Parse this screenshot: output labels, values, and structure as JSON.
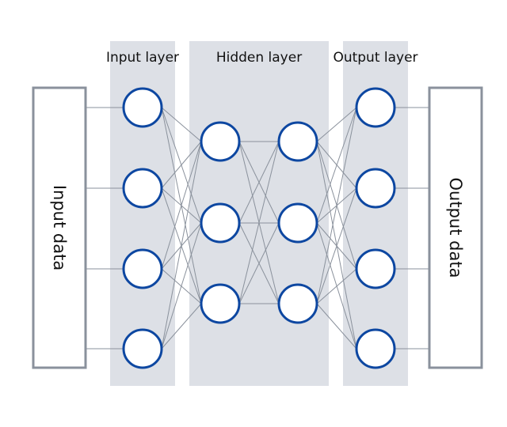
{
  "diagram": {
    "input_box_label": "Input data",
    "output_box_label": "Output data",
    "layers": [
      {
        "label": "Input layer",
        "nodes": 4
      },
      {
        "label": "Hidden layer",
        "sublayers": [
          3,
          3
        ]
      },
      {
        "label": "Output layer",
        "nodes": 4
      }
    ],
    "colors": {
      "panel": "#dde0e6",
      "node_stroke": "#0d47a1",
      "edge": "#8a919c",
      "box_stroke": "#8a919c",
      "text": "#111111"
    }
  }
}
